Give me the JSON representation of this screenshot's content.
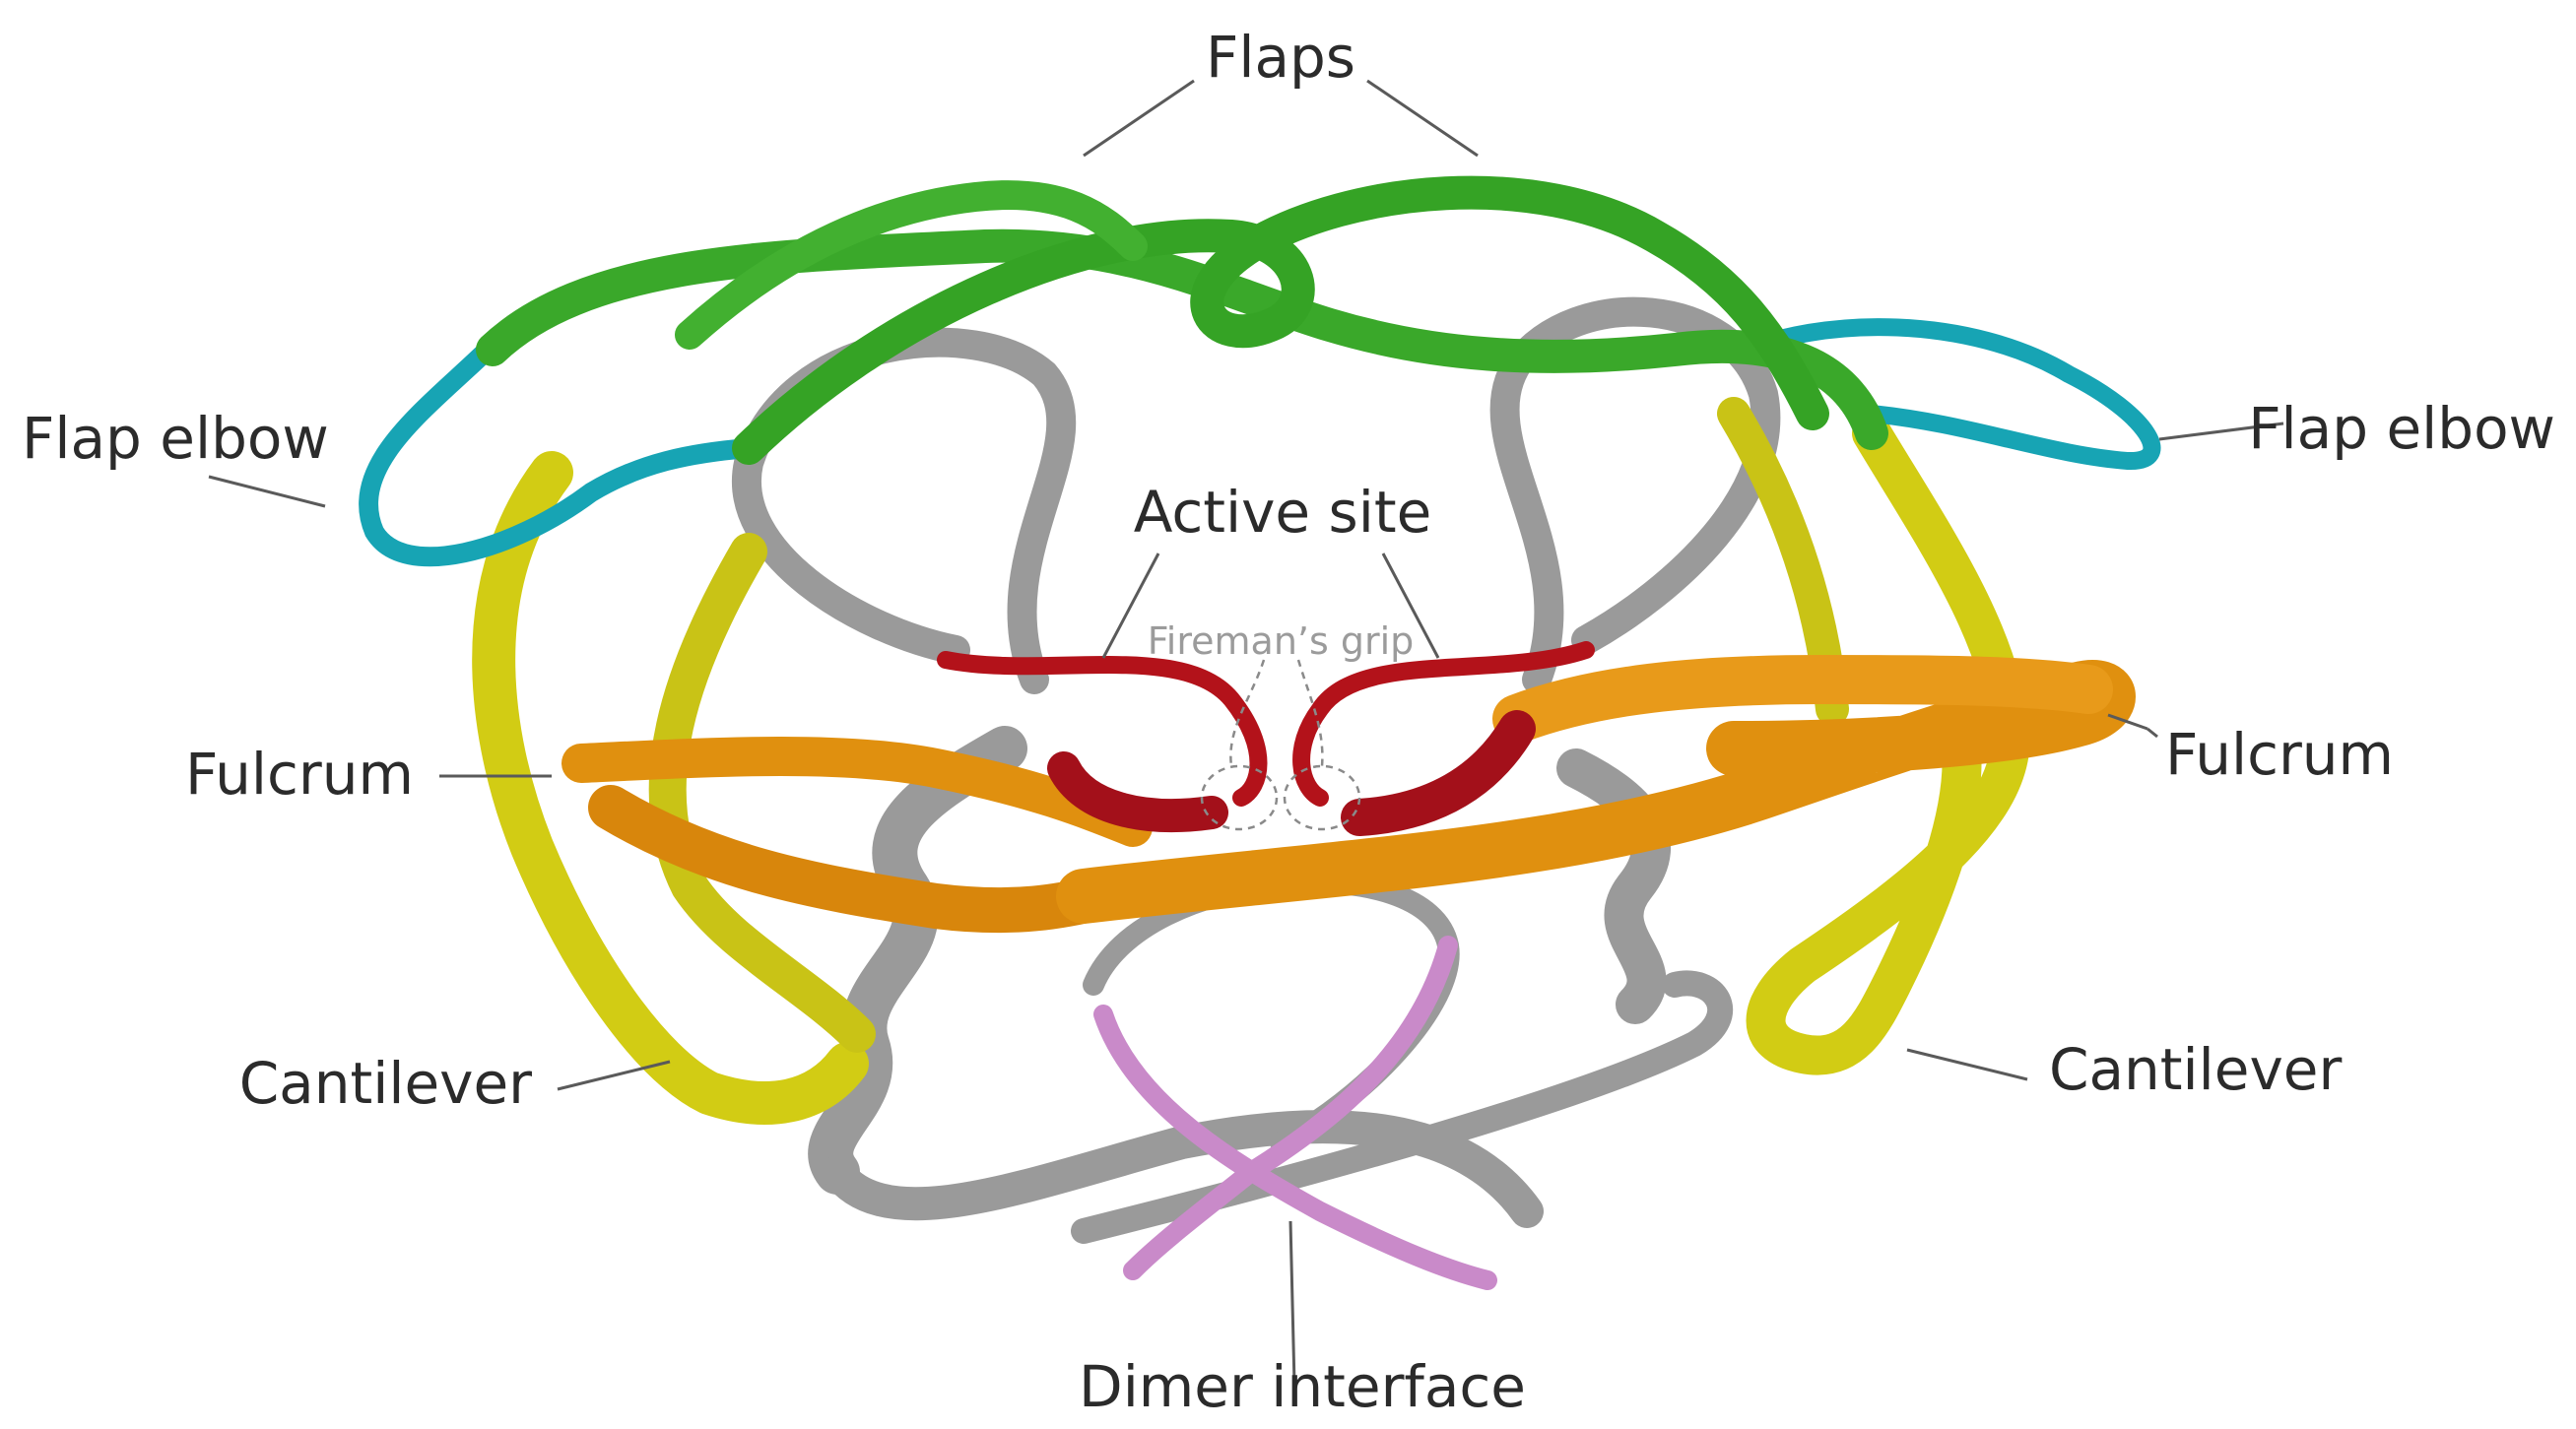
{
  "labels": {
    "flaps": "Flaps",
    "flap_elbow_left": "Flap elbow",
    "flap_elbow_right": "Flap elbow",
    "active_site": "Active site",
    "firemans_grip": "Fireman’s grip",
    "fulcrum_left": "Fulcrum",
    "fulcrum_right": "Fulcrum",
    "cantilever_left": "Cantilever",
    "cantilever_right": "Cantilever",
    "dimer_interface": "Dimer interface"
  },
  "colors": {
    "flaps": "#3aa82a",
    "flap_elbow": "#17a4b4",
    "active_site": "#b3121a",
    "fulcrum": "#e0900f",
    "cantilever": "#d2cc14",
    "dimer_interface": "#c98ac9",
    "core": "#9a9a9a",
    "leader": "#5a5a5a",
    "text": "#2b2b2b",
    "text_muted": "#9b9b9b"
  }
}
